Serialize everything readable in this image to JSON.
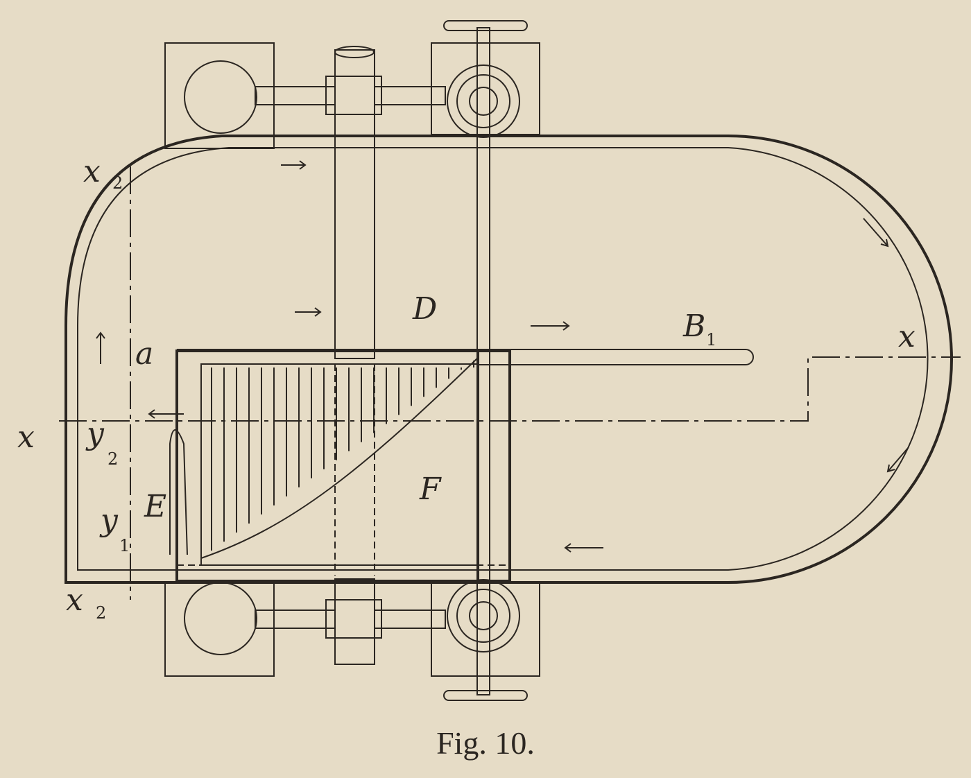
{
  "figure": {
    "caption": "Fig. 10.",
    "labels": {
      "x2_top": "x",
      "x2_top_sub": "2",
      "x2_bottom": "x",
      "x2_bottom_sub": "2",
      "x_left": "x",
      "x_right": "x",
      "a": "a",
      "y2": "y",
      "y2_sub": "2",
      "y1": "y",
      "y1_sub": "1",
      "E": "E",
      "D": "D",
      "B": "B",
      "B_sub": "1",
      "F": "F"
    }
  },
  "colors": {
    "paper": "#e6dcc6",
    "ink": "#2b2621"
  }
}
